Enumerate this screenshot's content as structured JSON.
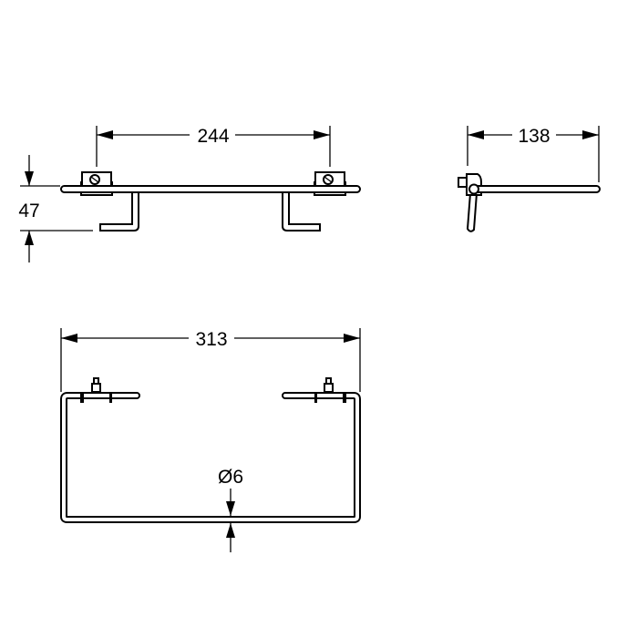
{
  "drawing": {
    "front_view": {
      "width_label": "244",
      "height_label": "47"
    },
    "side_view": {
      "depth_label": "138"
    },
    "top_view": {
      "overall_width_label": "313",
      "diameter_label": "Ø6"
    }
  }
}
